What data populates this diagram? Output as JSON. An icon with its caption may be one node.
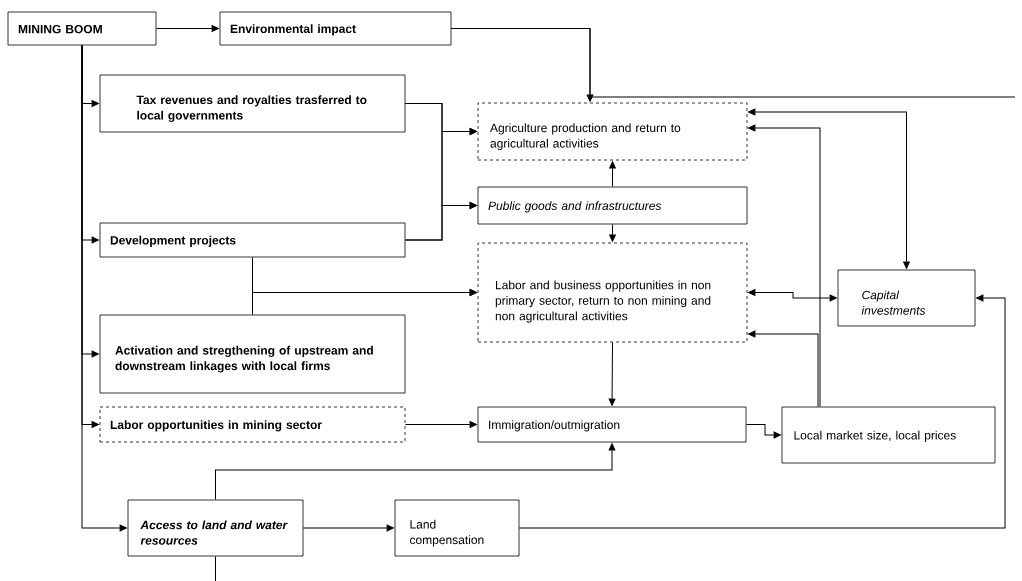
{
  "diagram": {
    "nodes": [
      {
        "text": [
          "MINING BOOM"
        ]
      },
      {
        "text": [
          "Environmental impact"
        ]
      },
      {
        "text": [
          "Tax revenues and royalties trasferred to local governments"
        ]
      },
      {
        "text": [
          "Agriculture production and return to agricultural activities"
        ]
      },
      {
        "text": [
          "Public goods and infrastructures"
        ]
      },
      {
        "text": [
          "Development projects"
        ]
      },
      {
        "text": [
          "Labor and business opportunities in non primary sector, return to non mining and non agricultural activities"
        ]
      },
      {
        "text": [
          "Capital investments"
        ]
      },
      {
        "text": [
          "Activation and stregthening of upstream and downstream linkages with local firms"
        ]
      },
      {
        "text": [
          "Labor opportunities in mining sector"
        ]
      },
      {
        "text": [
          "Immigration/outmigration"
        ]
      },
      {
        "text": [
          "Local market size, local prices"
        ]
      },
      {
        "text": [
          "Access to land and water resources"
        ]
      },
      {
        "text": [
          "Land compensation"
        ]
      }
    ],
    "edges": [
      {
        "from": 0,
        "to": 1,
        "arrow": "to"
      },
      {
        "from": 1,
        "to": 3,
        "arrow": "to"
      },
      {
        "from": 1,
        "to": null,
        "arrow": "none"
      },
      {
        "from": 0,
        "to": 2,
        "arrow": "to"
      },
      {
        "from": 0,
        "to": 5,
        "arrow": "to"
      },
      {
        "from": 0,
        "to": 8,
        "arrow": "to"
      },
      {
        "from": 0,
        "to": 9,
        "arrow": "to"
      },
      {
        "from": 0,
        "to": 12,
        "arrow": "to"
      },
      {
        "from": 2,
        "to": 3,
        "arrow": "to"
      },
      {
        "from": 2,
        "to": 4,
        "arrow": "to"
      },
      {
        "from": 5,
        "to": 3,
        "arrow": "to"
      },
      {
        "from": 5,
        "to": 4,
        "arrow": "to"
      },
      {
        "from": 5,
        "to": 6,
        "arrow": "to"
      },
      {
        "from": 8,
        "to": 6,
        "arrow": "to"
      },
      {
        "from": 4,
        "to": 3,
        "arrow": "to"
      },
      {
        "from": 4,
        "to": 6,
        "arrow": "to"
      },
      {
        "from": 3,
        "to": 7,
        "arrow": "both"
      },
      {
        "from": 6,
        "to": 7,
        "arrow": "both"
      },
      {
        "from": 11,
        "to": 3,
        "arrow": "to"
      },
      {
        "from": 11,
        "to": 6,
        "arrow": "to"
      },
      {
        "from": 6,
        "to": 10,
        "arrow": "to"
      },
      {
        "from": 9,
        "to": 10,
        "arrow": "to"
      },
      {
        "from": 10,
        "to": 11,
        "arrow": "to"
      },
      {
        "from": 12,
        "to": 10,
        "arrow": "to"
      },
      {
        "from": 12,
        "to": 13,
        "arrow": "to"
      },
      {
        "from": 13,
        "to": 7,
        "arrow": "to"
      },
      {
        "from": 12,
        "to": null,
        "arrow": "none"
      }
    ]
  }
}
